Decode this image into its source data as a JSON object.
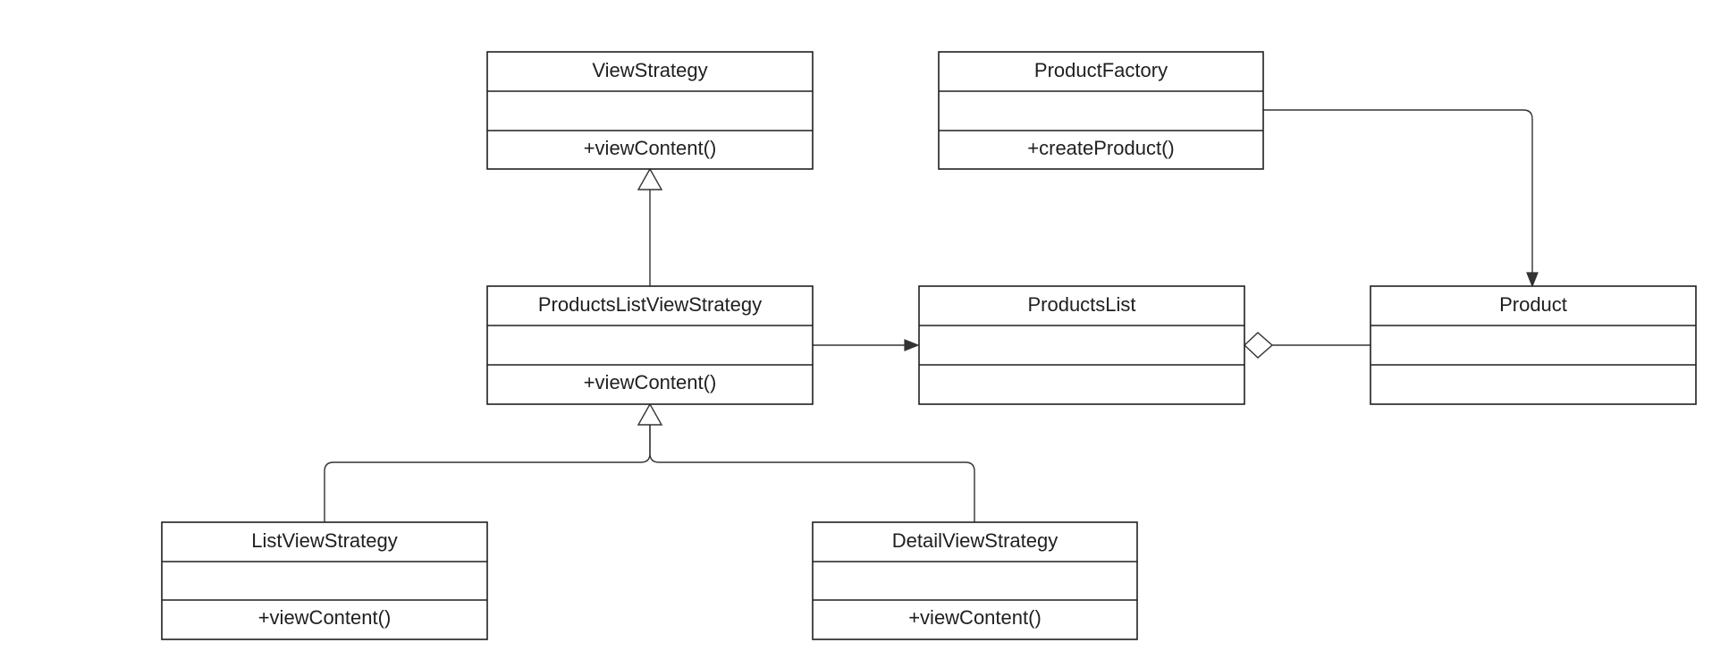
{
  "diagram": {
    "type": "uml-class-diagram",
    "classes": [
      {
        "id": "viewstrategy",
        "name": "ViewStrategy",
        "attributes": "",
        "operations": "+viewContent()"
      },
      {
        "id": "productfactory",
        "name": "ProductFactory",
        "attributes": "",
        "operations": "+createProduct()"
      },
      {
        "id": "productslistviewstrategy",
        "name": "ProductsListViewStrategy",
        "attributes": "",
        "operations": "+viewContent()"
      },
      {
        "id": "productslist",
        "name": "ProductsList",
        "attributes": "",
        "operations": ""
      },
      {
        "id": "product",
        "name": "Product",
        "attributes": "",
        "operations": ""
      },
      {
        "id": "listviewstrategy",
        "name": "ListViewStrategy",
        "attributes": "",
        "operations": "+viewContent()"
      },
      {
        "id": "detailviewstrategy",
        "name": "DetailViewStrategy",
        "attributes": "",
        "operations": "+viewContent()"
      }
    ],
    "relationships": [
      {
        "type": "generalization",
        "from": "productslistviewstrategy",
        "to": "viewstrategy"
      },
      {
        "type": "generalization",
        "from": "listviewstrategy",
        "to": "productslistviewstrategy"
      },
      {
        "type": "generalization",
        "from": "detailviewstrategy",
        "to": "productslistviewstrategy"
      },
      {
        "type": "association",
        "from": "productslistviewstrategy",
        "to": "productslist"
      },
      {
        "type": "association",
        "from": "productfactory",
        "to": "product"
      },
      {
        "type": "aggregation",
        "from": "product",
        "to": "productslist"
      }
    ]
  },
  "colors": {
    "line": "#333333",
    "box_border": "#1f1f1f",
    "text": "#1f1f1f",
    "background": "#ffffff"
  }
}
